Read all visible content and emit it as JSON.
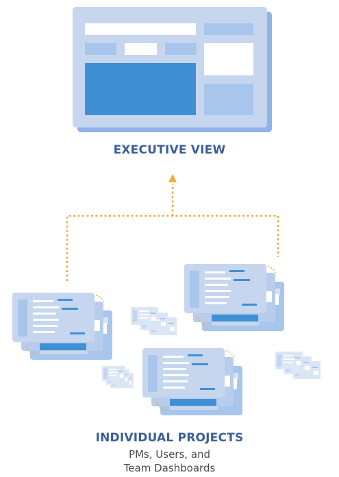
{
  "executive": {
    "label": "EXECUTIVE VIEW"
  },
  "projects": {
    "label": "INDIVIDUAL PROJECTS",
    "subtitle_line1": "PMs, Users, and",
    "subtitle_line2": "Team Dashboards"
  },
  "colors": {
    "title_blue": "#3a5f97",
    "subtitle_gray": "#4a4a4a",
    "panel_light": "#c7d6ef",
    "panel_shadow": "#8fb3e6",
    "tile_mid": "#a8c6eb",
    "tile_dark": "#3f8fd4",
    "connector_orange": "#f2a93b"
  },
  "icons": {
    "executive": "dashboard-window-icon",
    "project": "project-dashboard-stack-icon",
    "faded": "small-dashboard-icon"
  }
}
